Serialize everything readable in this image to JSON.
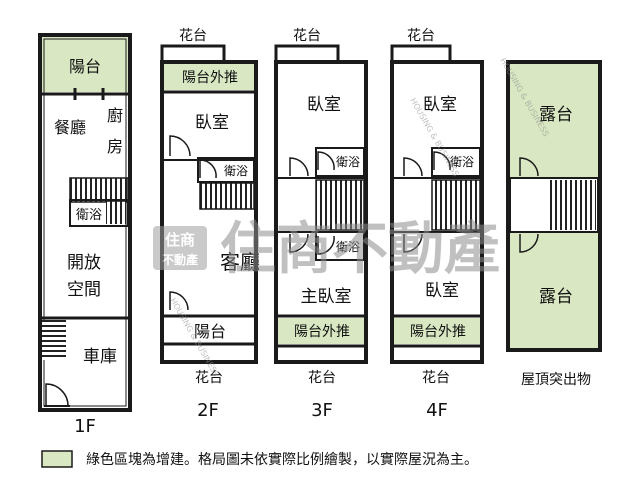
{
  "watermark": {
    "brand_cn": "住商不動產",
    "brand_en": "HOUSING & BUSINESS",
    "logo_top": "住商",
    "logo_bottom": "不動產"
  },
  "floors": {
    "f1": {
      "name": "1F",
      "rooms": {
        "balcony": "陽台",
        "dining": "餐廳",
        "kitchen_a": "廚",
        "kitchen_b": "房",
        "bath": "衛浴",
        "open_a": "開放",
        "open_b": "空間",
        "garage": "車庫"
      }
    },
    "f2": {
      "name": "2F",
      "top_label": "花台",
      "bottom_label": "花台",
      "rooms": {
        "balcony_ext": "陽台外推",
        "bedroom": "臥室",
        "bath": "衛浴",
        "living": "客廳",
        "balcony": "陽台"
      }
    },
    "f3": {
      "name": "3F",
      "top_label": "花台",
      "bottom_label": "花台",
      "rooms": {
        "bedroom": "臥室",
        "bath_1": "衛浴",
        "bath_2": "衛浴",
        "master": "主臥室",
        "balcony_ext": "陽台外推"
      }
    },
    "f4": {
      "name": "4F",
      "top_label": "花台",
      "bottom_label": "花台",
      "rooms": {
        "bedroom_1": "臥室",
        "bath": "衛浴",
        "bedroom_2": "臥室",
        "balcony_ext": "陽台外推"
      }
    },
    "roof": {
      "name": "屋頂突出物",
      "rooms": {
        "terrace_1": "露台",
        "terrace_2": "露台"
      }
    }
  },
  "legend": {
    "text": "綠色區塊為增建。格局圖未依實際比例繪製，以實際屋況為主。"
  },
  "colors": {
    "addition_green": "#d9e8c3",
    "wall": "#1a1a1a",
    "watermark": "#c9c9c9"
  }
}
